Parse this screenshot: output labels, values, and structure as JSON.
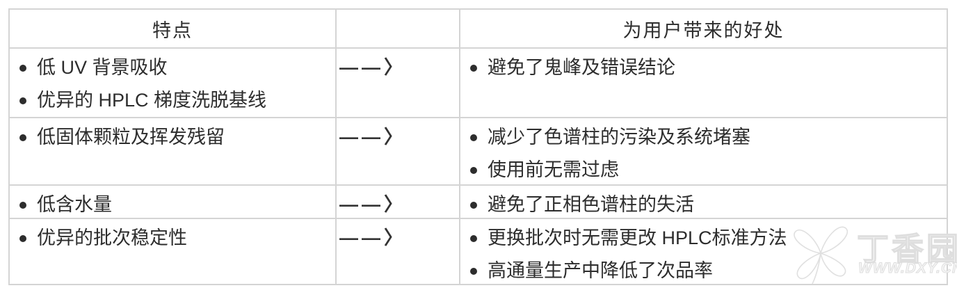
{
  "table": {
    "headers": {
      "features": "特点",
      "benefits": "为用户带来的好处"
    },
    "rows": [
      {
        "features": [
          "低 UV 背景吸收",
          "优异的 HPLC 梯度洗脱基线"
        ],
        "arrow": "——〉",
        "benefits": [
          "避免了鬼峰及错误结论"
        ]
      },
      {
        "features": [
          "低固体颗粒及挥发残留"
        ],
        "arrow": "——〉",
        "benefits": [
          "减少了色谱柱的污染及系统堵塞",
          "使用前无需过虑"
        ]
      },
      {
        "features": [
          "低含水量"
        ],
        "arrow": "——〉",
        "benefits": [
          "避免了正相色谱柱的失活"
        ]
      },
      {
        "features": [
          "优异的批次稳定性"
        ],
        "arrow": "——〉",
        "benefits": [
          "更换批次时无需更改 HPLC标准方法",
          "高通量生产中降低了次品率"
        ]
      }
    ]
  },
  "icons": {
    "bullet": "filled-circle",
    "watermark_logo": "clover-leaf"
  },
  "watermark": {
    "brand": "丁香园",
    "url": "WWW.DXY.CN"
  },
  "colors": {
    "background": "#ffffff",
    "border": "#d4d4d4",
    "text": "#2d2d2d",
    "watermark_stroke": "#dedede"
  }
}
